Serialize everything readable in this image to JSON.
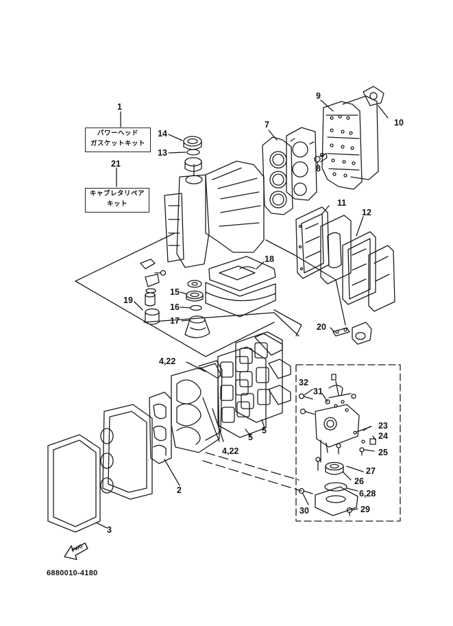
{
  "kits": [
    {
      "number": "1",
      "line1": "パワーヘッド",
      "line2": "ガスケットキット"
    },
    {
      "number": "21",
      "line1": "キャブレタリペア",
      "line2": "キット"
    }
  ],
  "callouts": [
    {
      "key": "c14",
      "text": "14"
    },
    {
      "key": "c13",
      "text": "13"
    },
    {
      "key": "c7",
      "text": "7"
    },
    {
      "key": "c9",
      "text": "9"
    },
    {
      "key": "c10",
      "text": "10"
    },
    {
      "key": "c8",
      "text": "8"
    },
    {
      "key": "c11",
      "text": "11"
    },
    {
      "key": "c12",
      "text": "12"
    },
    {
      "key": "c18",
      "text": "18"
    },
    {
      "key": "c15",
      "text": "15"
    },
    {
      "key": "c16",
      "text": "16"
    },
    {
      "key": "c17",
      "text": "17"
    },
    {
      "key": "c19",
      "text": "19"
    },
    {
      "key": "c20",
      "text": "20"
    },
    {
      "key": "c422a",
      "text": "4,22"
    },
    {
      "key": "c422b",
      "text": "4,22"
    },
    {
      "key": "c5a",
      "text": "5"
    },
    {
      "key": "c5b",
      "text": "5"
    },
    {
      "key": "c2",
      "text": "2"
    },
    {
      "key": "c3",
      "text": "3"
    },
    {
      "key": "c32",
      "text": "32"
    },
    {
      "key": "c31",
      "text": "31"
    },
    {
      "key": "c23",
      "text": "23"
    },
    {
      "key": "c24",
      "text": "24"
    },
    {
      "key": "c25",
      "text": "25"
    },
    {
      "key": "c27",
      "text": "27"
    },
    {
      "key": "c26",
      "text": "26"
    },
    {
      "key": "c628",
      "text": "6,28"
    },
    {
      "key": "c29",
      "text": "29"
    },
    {
      "key": "c30",
      "text": "30"
    }
  ],
  "fwd_label": "FWD",
  "document_code": "6880010-4180"
}
